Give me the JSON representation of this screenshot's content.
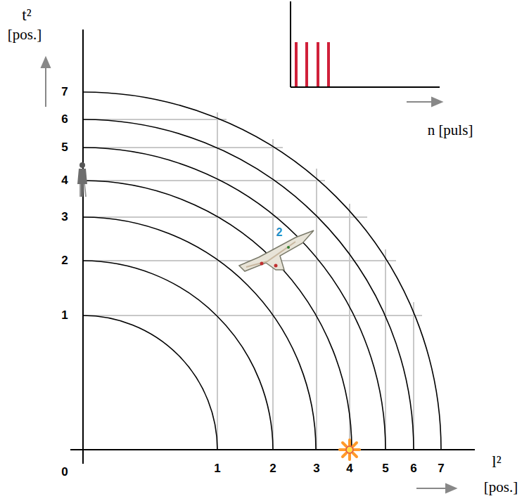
{
  "diagram": {
    "labels": [
      "t²",
      "[pos.]",
      "7",
      "6",
      "5",
      "4",
      "3",
      "2",
      "1",
      "0",
      "1",
      "2",
      "3",
      "4",
      "5",
      "6",
      "7",
      "l²",
      "[pos.]",
      "n [puls]",
      "2"
    ]
  }
}
